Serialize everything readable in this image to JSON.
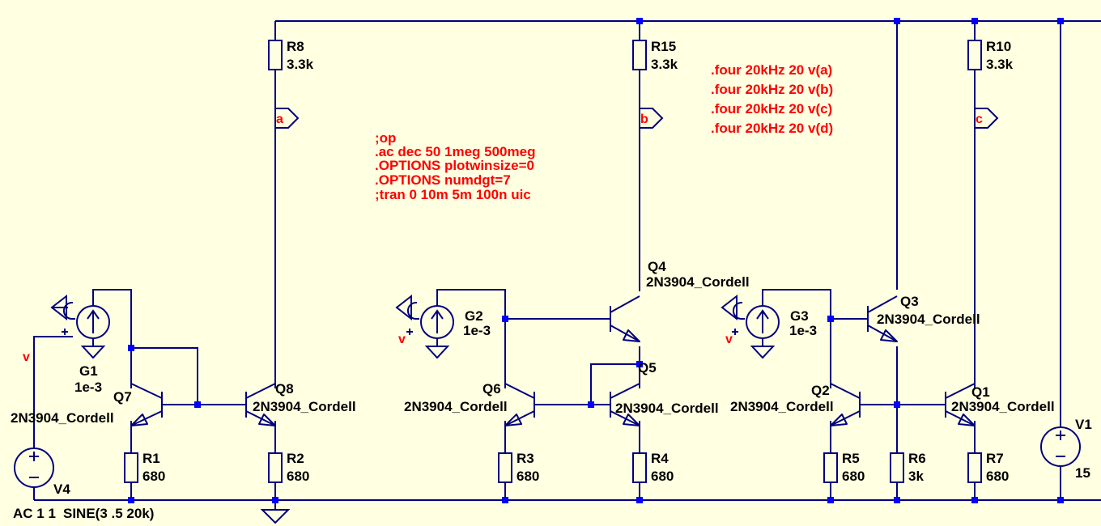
{
  "directives": [
    ";op",
    ".ac dec 50 1meg 500meg",
    ".OPTIONS plotwinsize=0",
    ".OPTIONS numdgt=7",
    ";tran 0 10m 5m 100n uic"
  ],
  "four_directives": [
    ".four 20kHz 20 v(a)",
    ".four 20kHz 20 v(b)",
    ".four 20kHz 20 v(c)",
    ".four 20kHz 20 v(d)"
  ],
  "net_labels": {
    "a": "a",
    "b": "b",
    "c": "c",
    "v": "v"
  },
  "components": {
    "R8": {
      "name": "R8",
      "value": "3.3k"
    },
    "R15": {
      "name": "R15",
      "value": "3.3k"
    },
    "R10": {
      "name": "R10",
      "value": "3.3k"
    },
    "R1": {
      "name": "R1",
      "value": "680"
    },
    "R2": {
      "name": "R2",
      "value": "680"
    },
    "R3": {
      "name": "R3",
      "value": "680"
    },
    "R4": {
      "name": "R4",
      "value": "680"
    },
    "R5": {
      "name": "R5",
      "value": "680"
    },
    "R6": {
      "name": "R6",
      "value": "3k"
    },
    "R7": {
      "name": "R7",
      "value": "680"
    },
    "Q1": {
      "name": "Q1",
      "model": "2N3904_Cordell"
    },
    "Q2": {
      "name": "Q2",
      "model": "2N3904_Cordell"
    },
    "Q3": {
      "name": "Q3",
      "model": "2N3904_Cordell"
    },
    "Q4": {
      "name": "Q4",
      "model": "2N3904_Cordell"
    },
    "Q5": {
      "name": "Q5",
      "model": "2N3904_Cordell"
    },
    "Q6": {
      "name": "Q6",
      "model": "2N3904_Cordell"
    },
    "Q7": {
      "name": "Q7",
      "model": "2N3904_Cordell"
    },
    "Q8": {
      "name": "Q8",
      "model": "2N3904_Cordell"
    },
    "G1": {
      "name": "G1",
      "value": "1e-3"
    },
    "G2": {
      "name": "G2",
      "value": "1e-3"
    },
    "G3": {
      "name": "G3",
      "value": "1e-3"
    },
    "V1": {
      "name": "V1",
      "value": "15"
    },
    "V4": {
      "name": "V4",
      "ac": "AC 1 1",
      "value": "SINE(3 .5 20k)"
    }
  },
  "colors": {
    "background": "#FFFFE1",
    "wire": "#000080",
    "junction": "#0000FF",
    "directive": "#FF0000",
    "label": "#000000"
  }
}
